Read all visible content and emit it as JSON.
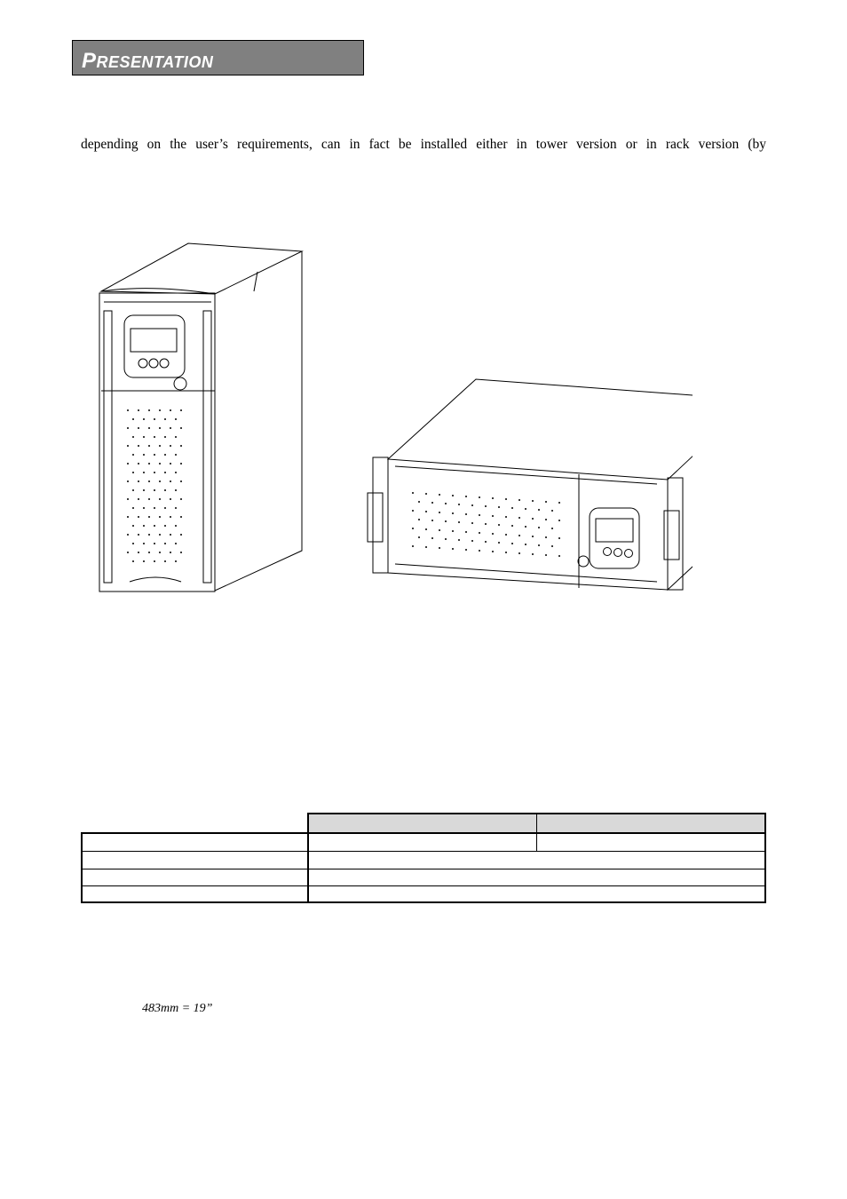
{
  "header": {
    "title_initial": "P",
    "title_rest": "resentation"
  },
  "body": {
    "paragraph_line": "depending on the user’s requirements, can in fact be installed either in tower version or in rack version (by"
  },
  "figures": {
    "tower_icon": "ups-tower-drawing",
    "rack_icon": "ups-rack-drawing"
  },
  "table": {
    "header": [
      "",
      "",
      ""
    ],
    "rows": [
      [
        "",
        "",
        ""
      ],
      [
        "",
        ""
      ],
      [
        "",
        ""
      ],
      [
        "",
        ""
      ]
    ]
  },
  "note": {
    "text": "483mm = 19”"
  }
}
